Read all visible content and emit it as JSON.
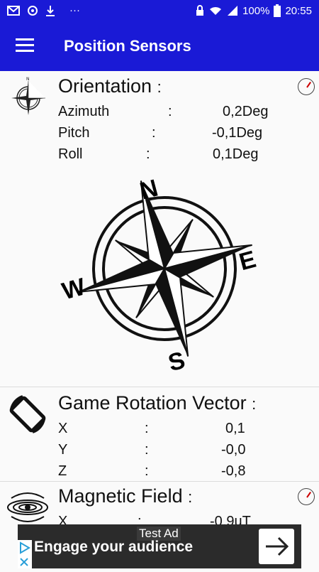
{
  "status_bar": {
    "battery": "100%",
    "time": "20:55",
    "more": "···"
  },
  "app_bar": {
    "title": "Position Sensors"
  },
  "orientation": {
    "title": "Orientation",
    "colon": ":",
    "rows": [
      {
        "label": "Azimuth",
        "sep": ":",
        "value": "0,2Deg"
      },
      {
        "label": "Pitch",
        "sep": ":",
        "value": "-0,1Deg"
      },
      {
        "label": "Roll",
        "sep": ":",
        "value": "0,1Deg"
      }
    ],
    "compass": {
      "n": "N",
      "e": "E",
      "s": "S",
      "w": "W"
    }
  },
  "game_rotation": {
    "title": "Game Rotation Vector",
    "colon": ":",
    "rows": [
      {
        "label": "X",
        "sep": ":",
        "value": "0,1"
      },
      {
        "label": "Y",
        "sep": ":",
        "value": "-0,0"
      },
      {
        "label": "Z",
        "sep": ":",
        "value": "-0,8"
      }
    ]
  },
  "magnetic_field": {
    "title": "Magnetic Field",
    "colon": ":",
    "rows": [
      {
        "label": "X",
        "sep": ":",
        "value": "-0,9uT"
      }
    ]
  },
  "ad": {
    "label": "Test Ad",
    "text": "Engage your audience"
  }
}
